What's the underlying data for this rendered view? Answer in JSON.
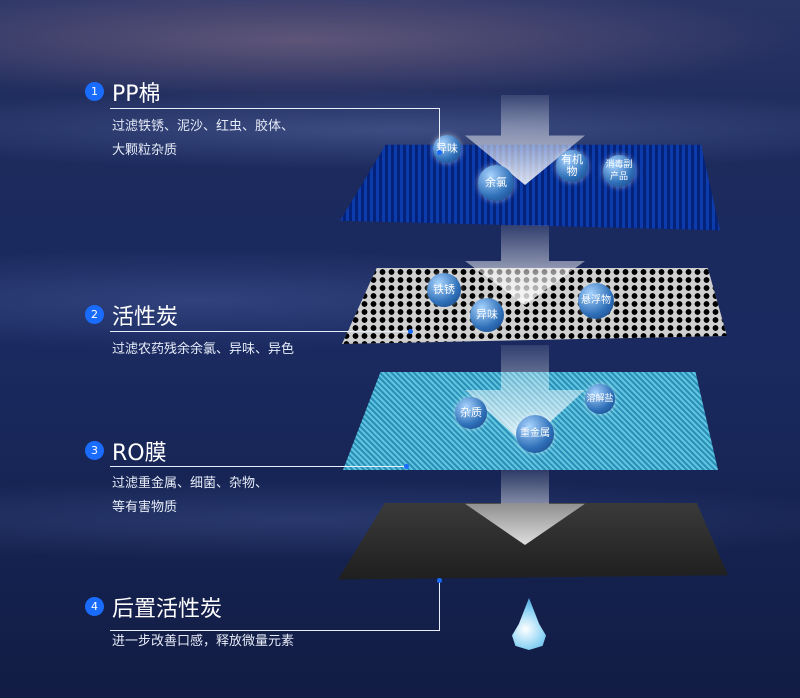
{
  "steps": [
    {
      "number": "1",
      "title": "PP棉",
      "desc_line1": "过滤铁锈、泥沙、红虫、胶体、",
      "desc_line2": "大颗粒杂质"
    },
    {
      "number": "2",
      "title": "活性炭",
      "desc_line1": "过滤农药残余余氯、异味、异色"
    },
    {
      "number": "3",
      "title": "RO膜",
      "desc_line1": "过滤重金属、细菌、杂物、",
      "desc_line2": "等有害物质"
    },
    {
      "number": "4",
      "title": "后置活性炭",
      "desc_line1": "进一步改善口感，释放微量元素"
    }
  ],
  "bubbles": {
    "pp": [
      "异味",
      "余氯",
      "有机物",
      "消毒副产品"
    ],
    "carbon": [
      "铁锈",
      "异味",
      "悬浮物"
    ],
    "ro": [
      "杂质",
      "重金属",
      "溶解盐"
    ]
  },
  "colors": {
    "accent": "#1a6cff"
  }
}
